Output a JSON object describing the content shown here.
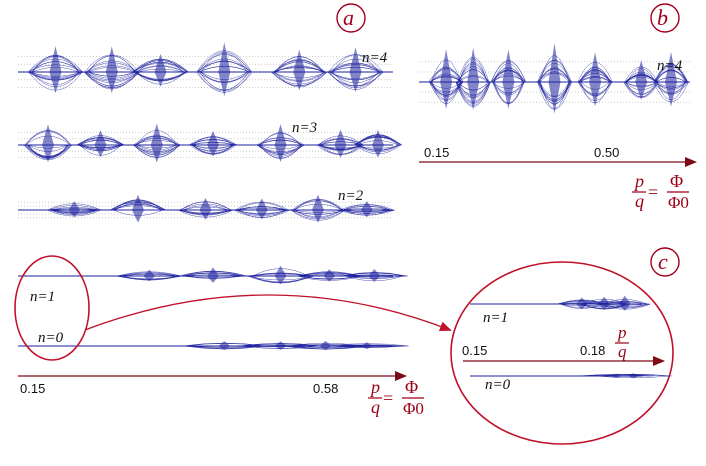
{
  "colors": {
    "band": "#1b1f9c",
    "dots": "#7a7a7a",
    "accent": "#9a0015",
    "axis": "#7d0b17"
  },
  "panel_a": {
    "letter": "a",
    "bands": [
      {
        "label": "n=4",
        "x_start": 0.15,
        "x_end": 0.6
      },
      {
        "label": "n=3",
        "x_start": 0.15,
        "x_end": 0.6
      },
      {
        "label": "n=2",
        "x_start": 0.15,
        "x_end": 0.6
      },
      {
        "label": "n=1",
        "x_start": 0.15,
        "x_end": 0.6
      },
      {
        "label": "n=0",
        "x_start": 0.15,
        "x_end": 0.6
      }
    ],
    "axis": {
      "ticks": [
        "0.15",
        "0.58"
      ],
      "label_num": "p",
      "label_den": "q",
      "label_eq_num": "Φ",
      "label_eq_den": "Φ0",
      "eq": "="
    }
  },
  "panel_b": {
    "letter": "b",
    "band_label": "n=4",
    "axis": {
      "ticks": [
        "0.15",
        "0.50"
      ],
      "label_num": "p",
      "label_den": "q",
      "label_eq_num": "Φ",
      "label_eq_den": "Φ0",
      "eq": "="
    }
  },
  "panel_c": {
    "letter": "c",
    "band_labels": [
      "n=1",
      "n=0"
    ],
    "axis": {
      "ticks": [
        "0.15",
        "0.18"
      ],
      "label_num": "p",
      "label_den": "q"
    }
  }
}
